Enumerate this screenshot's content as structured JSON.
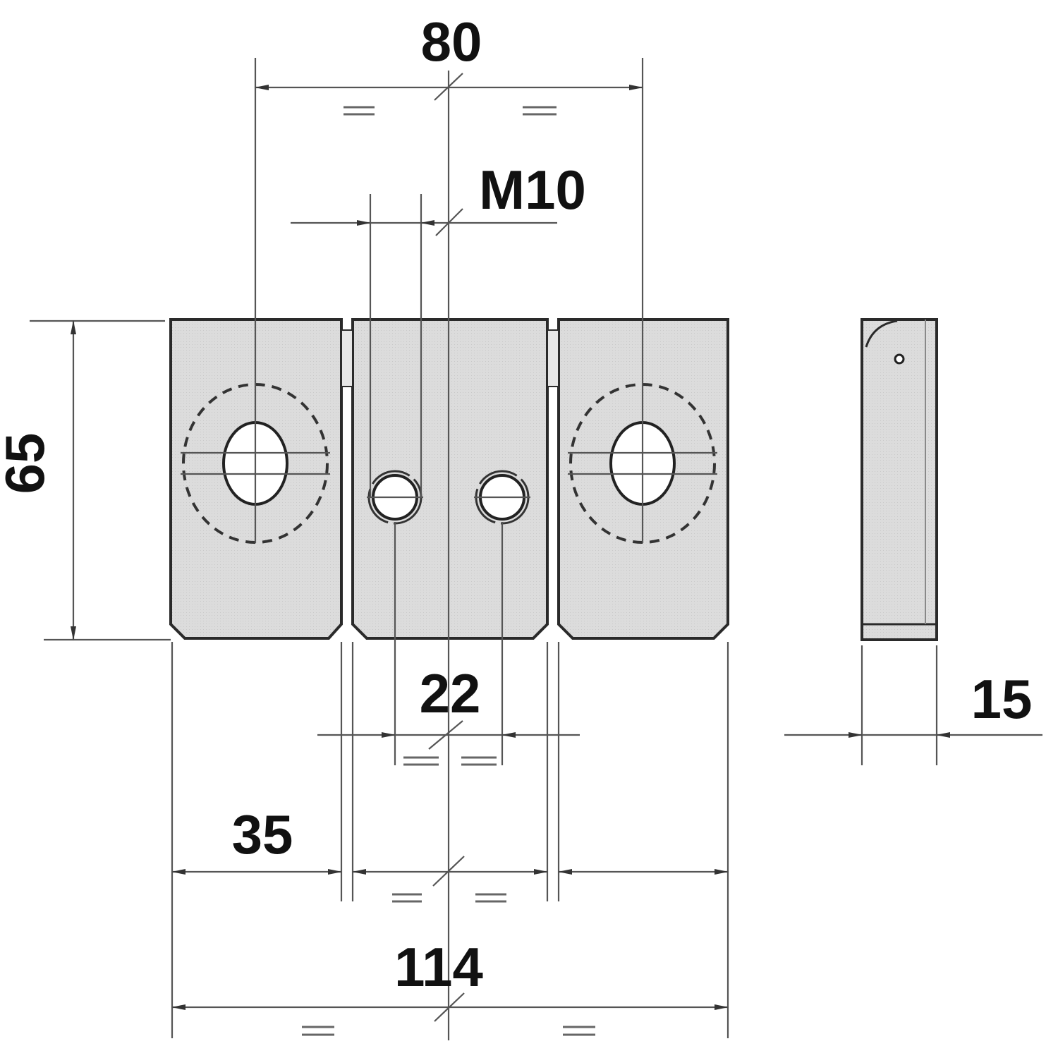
{
  "dimensions": {
    "hole_spacing": "80",
    "thread": "M10",
    "height": "65",
    "center_spacing": "22",
    "thickness": "15",
    "plate_width": "35",
    "total_width": "114"
  },
  "colors": {
    "fill": "#dcdcdc",
    "line": "#2a2a2a",
    "text": "#111111"
  }
}
